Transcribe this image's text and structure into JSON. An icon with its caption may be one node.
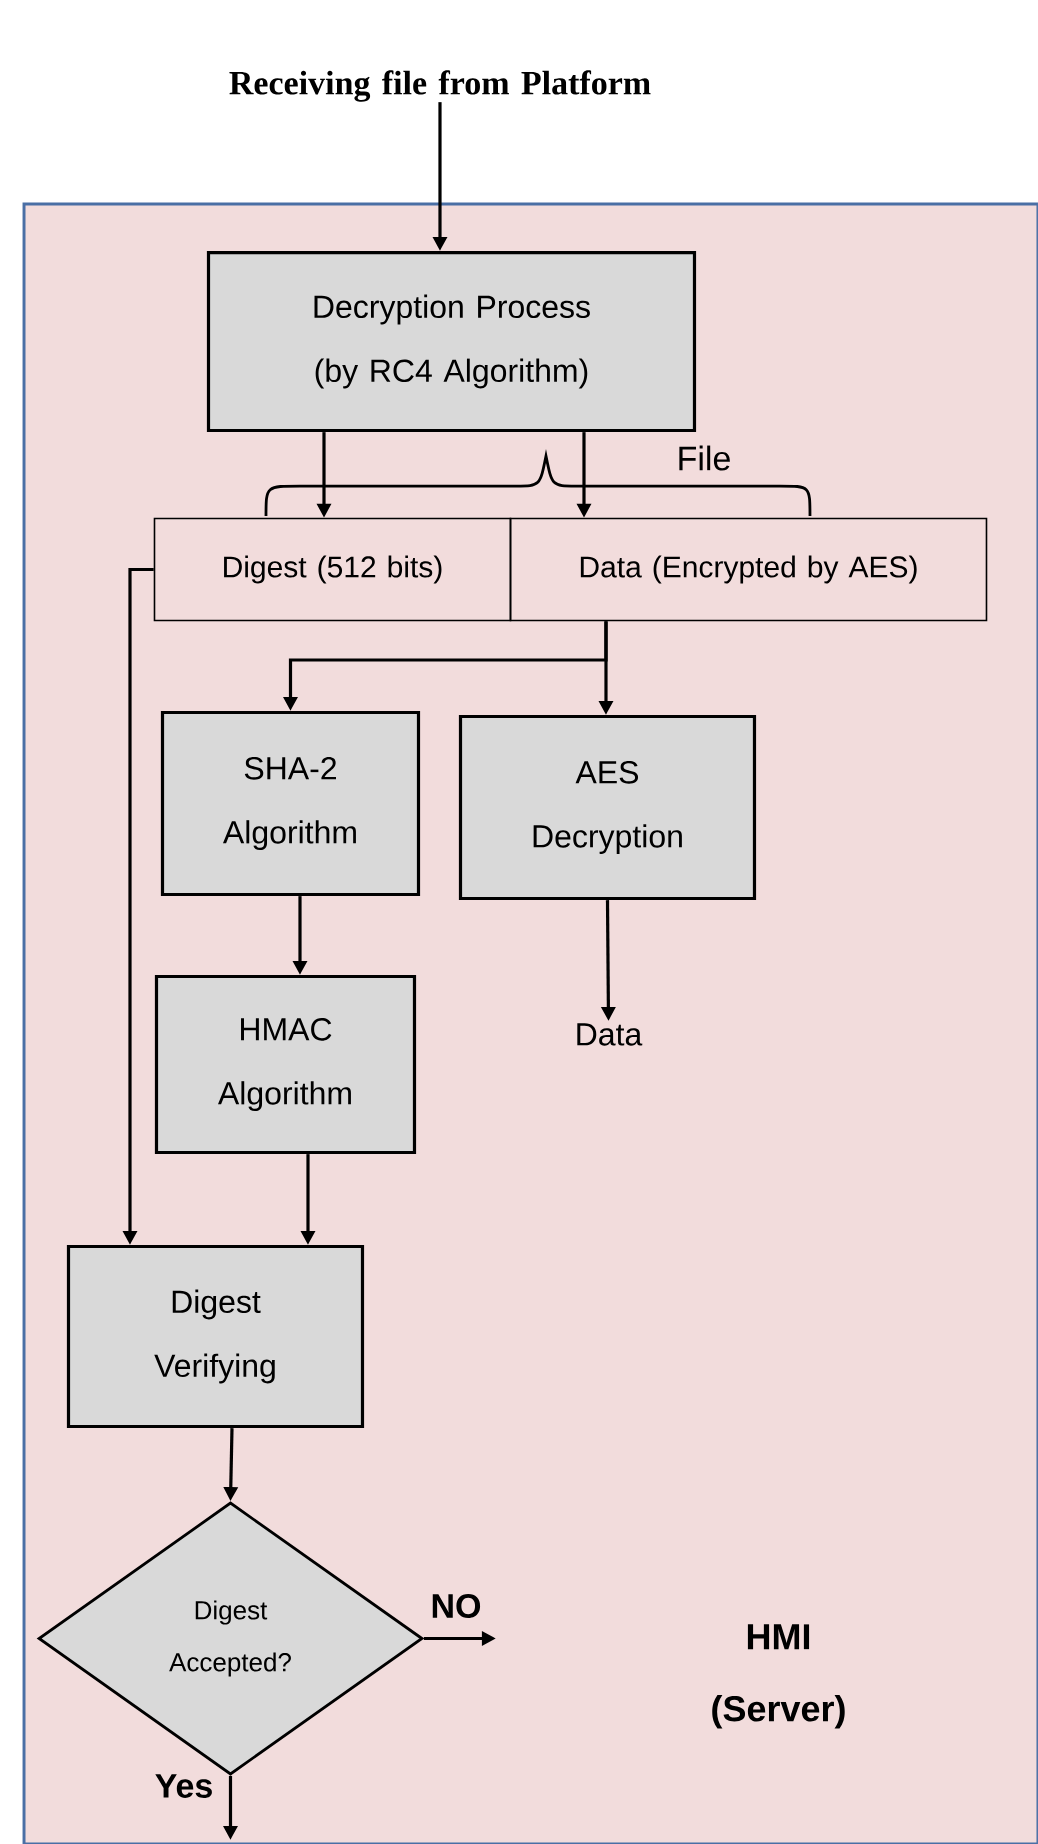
{
  "diagram": {
    "nodes": [
      {
        "text": [
          "Receiving file from Platform"
        ]
      },
      {
        "text": [
          "HMI (Server)"
        ]
      },
      {
        "text": [
          "Decryption Process (by RC4 Algorithm)"
        ],
        "in": 1
      },
      {
        "text": [
          "Digest (512 bits)"
        ],
        "in": 1
      },
      {
        "text": [
          "Data (Encrypted by AES)"
        ],
        "in": 1
      },
      {
        "text": [
          "SHA-2 Algorithm"
        ],
        "in": 1
      },
      {
        "text": [
          "AES Decryption"
        ],
        "in": 1
      },
      {
        "text": [
          "HMAC Algorithm"
        ],
        "in": 1
      },
      {
        "text": [
          "Data"
        ],
        "in": 1
      },
      {
        "text": [
          "Digest Verifying"
        ],
        "in": 1
      },
      {
        "text": [
          "Digest Accepted?"
        ],
        "in": 1
      }
    ],
    "edges": [
      {
        "from": 0,
        "to": 2,
        "arrow": "to"
      },
      {
        "from": 2,
        "to": 3,
        "arrow": "to"
      },
      {
        "from": 2,
        "to": 4,
        "arrow": "to"
      },
      {
        "from": 4,
        "to": 5,
        "arrow": "to"
      },
      {
        "from": 4,
        "to": 6,
        "arrow": "to"
      },
      {
        "from": 5,
        "to": 7,
        "arrow": "to"
      },
      {
        "from": 6,
        "to": 8,
        "arrow": "to"
      },
      {
        "from": 7,
        "to": 9,
        "arrow": "to"
      },
      {
        "from": 3,
        "to": 9,
        "arrow": "to"
      },
      {
        "from": 9,
        "to": 10,
        "arrow": "to"
      },
      {
        "from": 10,
        "to": null,
        "arrow": "to",
        "label": "NO"
      },
      {
        "from": 10,
        "to": null,
        "arrow": "to",
        "label": "Yes"
      }
    ],
    "labels": [
      "File"
    ]
  }
}
